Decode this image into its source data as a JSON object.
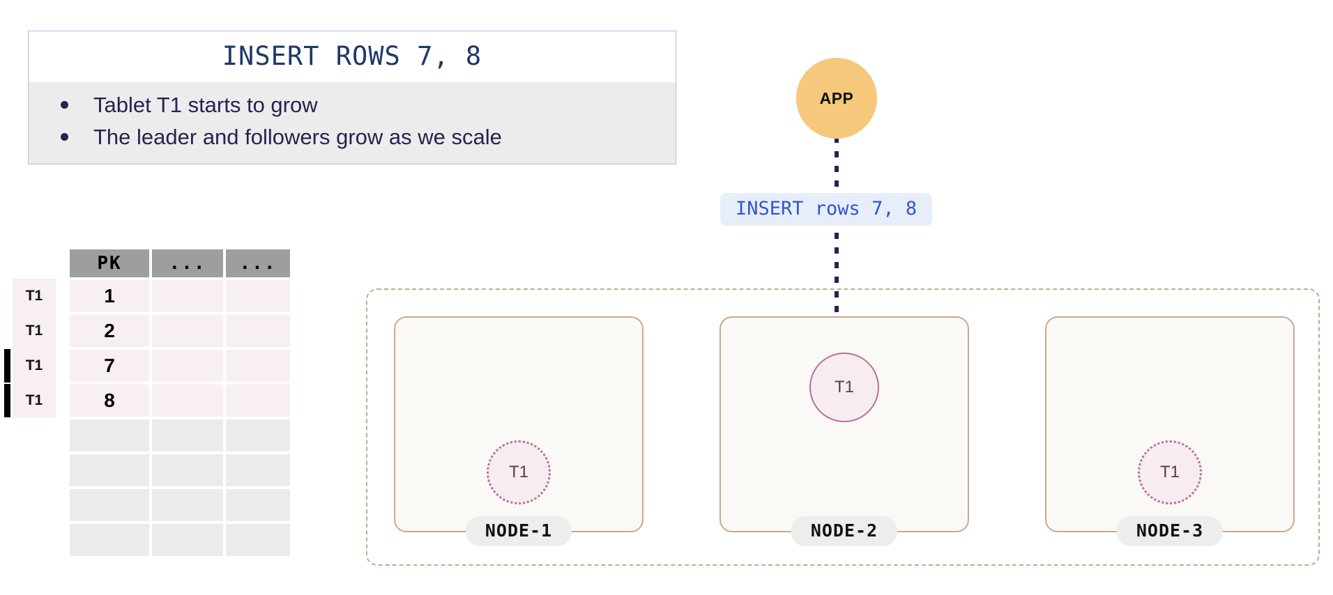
{
  "callout": {
    "title": "INSERT ROWS 7, 8",
    "bullets": [
      "Tablet T1 starts to grow",
      "The leader and followers grow as we scale"
    ]
  },
  "table": {
    "headers": [
      "PK",
      "...",
      "..."
    ],
    "rows": [
      {
        "tag": "T1",
        "pk": "1",
        "highlighted": false
      },
      {
        "tag": "T1",
        "pk": "2",
        "highlighted": false
      },
      {
        "tag": "T1",
        "pk": "7",
        "highlighted": true
      },
      {
        "tag": "T1",
        "pk": "8",
        "highlighted": true
      }
    ],
    "empty_row_count": 4
  },
  "app": {
    "label": "APP"
  },
  "flow": {
    "query_label": "INSERT rows 7, 8"
  },
  "cluster": {
    "nodes": [
      {
        "label": "NODE-1",
        "tablet": "T1",
        "role": "follower"
      },
      {
        "label": "NODE-2",
        "tablet": "T1",
        "role": "leader"
      },
      {
        "label": "NODE-3",
        "tablet": "T1",
        "role": "follower"
      }
    ]
  },
  "colors": {
    "app_fill": "#F6C87C",
    "callout_border": "#A8C4E0",
    "callout_body_bg": "#ECECEC",
    "title_text": "#1F3864",
    "bullet_text": "#2B2050",
    "query_text": "#3355CC",
    "query_bg": "#E8EEF9",
    "node_border": "#C9A88C",
    "node_fill": "#FBF9F6",
    "tablet_border": "#B5709A",
    "tablet_fill": "#F7EDF1",
    "table_header_bg": "#9E9E9E",
    "table_row_bg": "#F7EFF2",
    "table_blank_bg": "#EBEBEB",
    "highlight_bar": "#000000"
  }
}
